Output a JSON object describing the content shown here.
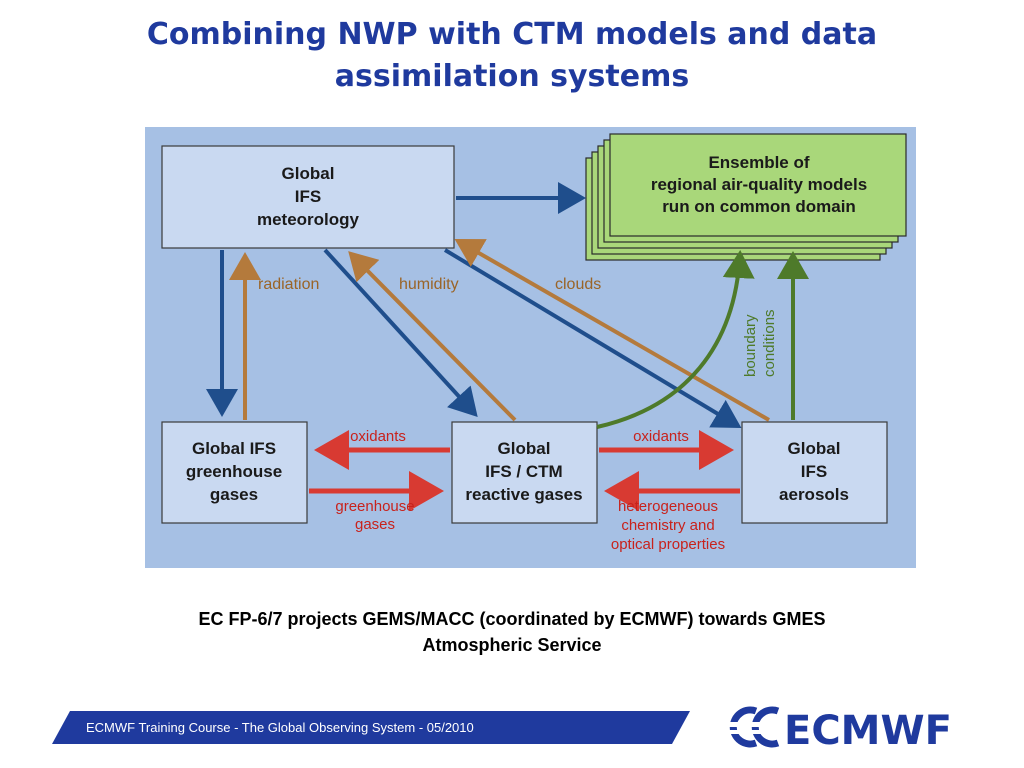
{
  "slide": {
    "title_line1": "Combining NWP with CTM models and data",
    "title_line2": "assimilation systems",
    "caption_line1": "EC FP-6/7 projects GEMS/MACC (coordinated by ECMWF) towards GMES",
    "caption_line2": "Atmospheric Service",
    "footer_text": "ECMWF Training Course - The Global Observing System - 05/2010",
    "logo_text": "ECMWF"
  },
  "diagram": {
    "boxes": {
      "meteorology": [
        "Global",
        "IFS",
        "meteorology"
      ],
      "ensemble": [
        "Ensemble of",
        "regional air-quality models",
        "run on common domain"
      ],
      "greenhouse": [
        "Global IFS",
        "greenhouse",
        "gases"
      ],
      "reactive": [
        "Global",
        "IFS / CTM",
        "reactive gases"
      ],
      "aerosols": [
        "Global",
        "IFS",
        "aerosols"
      ]
    },
    "labels": {
      "radiation": "radiation",
      "humidity": "humidity",
      "clouds": "clouds",
      "boundary_line1": "boundary",
      "boundary_line2": "conditions",
      "oxidants_left": "oxidants",
      "greenhouse_gases_line1": "greenhouse",
      "greenhouse_gases_line2": "gases",
      "oxidants_right": "oxidants",
      "hetero_line1": "heterogeneous",
      "hetero_line2": "chemistry and",
      "hetero_line3": "optical properties"
    },
    "colors": {
      "background": "#a6c0e4",
      "box_fill": "#c9d9f1",
      "ensemble_fill": "#a9d77a",
      "blue_arrow": "#1f4e8c",
      "brown_arrow": "#b47a3c",
      "green_arrow": "#4e7a2a",
      "red_arrow": "#d83a32",
      "label_brown": "#9a6427",
      "label_red": "#c8221c",
      "title_blue": "#1f3a9e"
    }
  }
}
